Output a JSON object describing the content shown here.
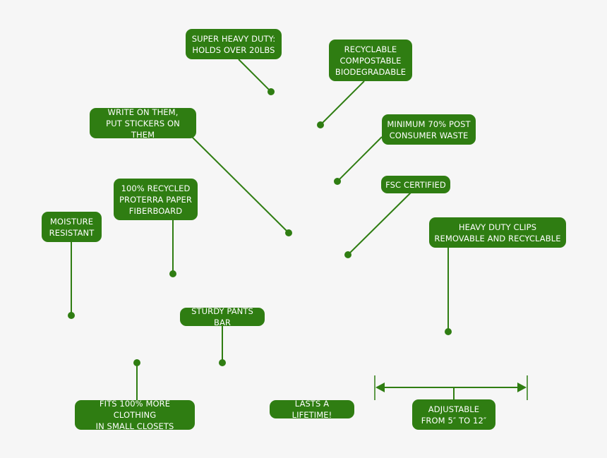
{
  "colors": {
    "background": "#f6f6f6",
    "callout_fill": "#2f7d12",
    "callout_text": "#ffffff",
    "line": "#2f7d12"
  },
  "callouts": {
    "super_heavy_duty": "SUPER HEAVY DUTY:\nHOLDS OVER 20LBS",
    "recyclable": "RECYCLABLE\nCOMPOSTABLE\nBIODEGRADABLE",
    "write_on_them": "WRITE ON THEM,\nPUT STICKERS ON THEM",
    "post_consumer": "MINIMUM 70% POST\nCONSUMER WASTE",
    "recycled_fiberboard": "100% RECYCLED\nPROTERRA PAPER\nFIBERBOARD",
    "fsc_certified": "FSC CERTIFIED",
    "moisture_resistant": "MOISTURE\nRESISTANT",
    "heavy_duty_clips": "HEAVY DUTY CLIPS\nREMOVABLE AND RECYCLABLE",
    "pants_bar": "STURDY PANTS BAR",
    "fits_more_clothing": "FITS 100% MORE CLOTHING\nIN SMALL CLOSETS",
    "lasts_lifetime": "LASTS A LIFETIME!",
    "adjustable": "ADJUSTABLE\nFROM 5″ TO 12″"
  }
}
